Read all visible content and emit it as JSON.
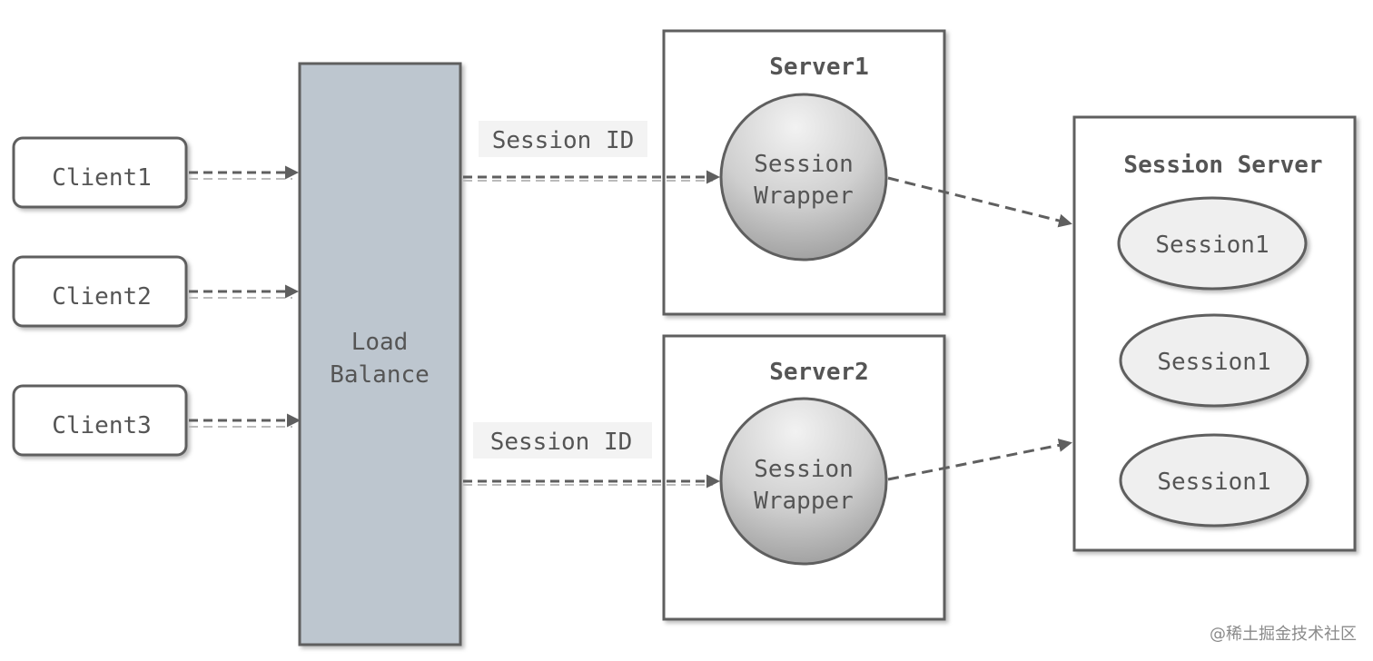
{
  "clients": [
    {
      "label": "Client1"
    },
    {
      "label": "Client2"
    },
    {
      "label": "Client3"
    }
  ],
  "load_balancer": {
    "line1": "Load",
    "line2": "Balance"
  },
  "servers": [
    {
      "title": "Server1",
      "wrapper_line1": "Session",
      "wrapper_line2": "Wrapper",
      "edge_label": "Session ID"
    },
    {
      "title": "Server2",
      "wrapper_line1": "Session",
      "wrapper_line2": "Wrapper",
      "edge_label": "Session ID"
    }
  ],
  "session_server": {
    "title": "Session Server",
    "sessions": [
      {
        "label": "Session1"
      },
      {
        "label": "Session1"
      },
      {
        "label": "Session1"
      }
    ]
  },
  "watermark": "@稀土掘金技术社区",
  "colors": {
    "load_balancer_fill": "#bdc6cf",
    "stroke": "#5f5f5f",
    "text": "#555555",
    "session_fill": "#efefef",
    "label_bg": "#f3f3f3"
  }
}
